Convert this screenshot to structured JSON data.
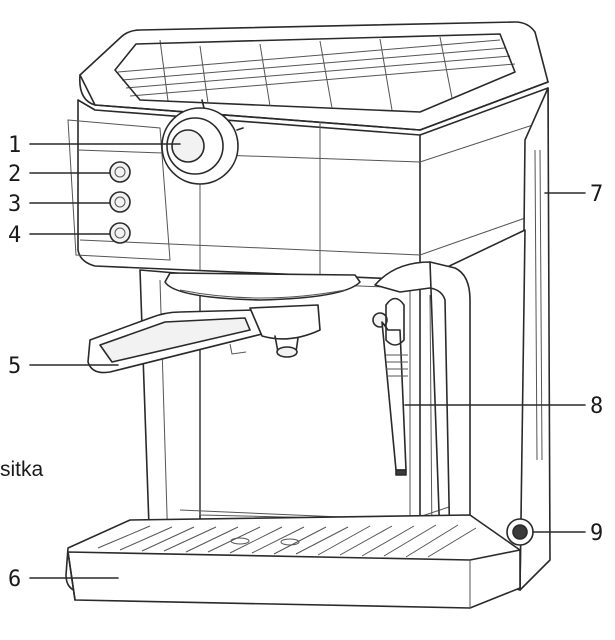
{
  "callouts": [
    {
      "id": "1",
      "label": "1"
    },
    {
      "id": "2",
      "label": "2"
    },
    {
      "id": "3",
      "label": "3"
    },
    {
      "id": "4",
      "label": "4"
    },
    {
      "id": "5",
      "label": "5"
    },
    {
      "id": "6",
      "label": "6"
    },
    {
      "id": "7",
      "label": "7"
    },
    {
      "id": "8",
      "label": "8"
    },
    {
      "id": "9",
      "label": "9"
    }
  ],
  "side_text": "sitka"
}
